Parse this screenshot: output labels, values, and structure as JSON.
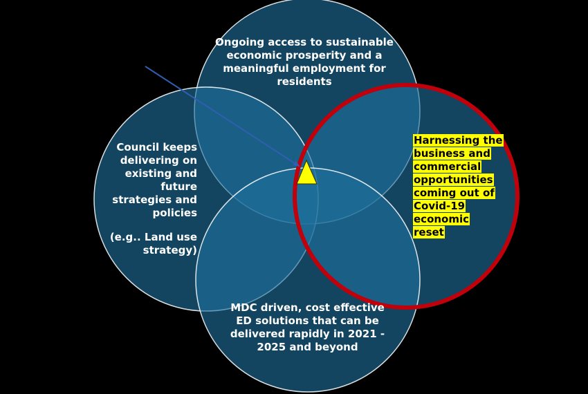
{
  "diagram": {
    "type": "venn",
    "colors": {
      "background": "#000000",
      "circle_fill": "#1f6f9c",
      "circle_stroke": "#ffffff",
      "highlight_ring": "#c0000a",
      "highlight_text_bg": "#ffff00",
      "center_marker": "#ffff00",
      "arrow": "#2f5fb0"
    },
    "top": {
      "text": "Ongoing access to sustainable economic prosperity and a meaningful employment for residents"
    },
    "left": {
      "text": "Council keeps delivering on existing and future strategies and policies",
      "example": "(e.g.. Land use strategy)"
    },
    "right": {
      "text": "Harnessing the business and commercial opportunities coming out of Covid-19 economic reset",
      "highlighted": true
    },
    "bottom": {
      "text": "MDC driven, cost effective ED solutions that can be delivered rapidly in 2021 - 2025 and beyond"
    },
    "center_marker": {
      "icon": "yellow-triangle"
    },
    "pointer": {
      "icon": "arrow-pointing-to-center"
    }
  }
}
